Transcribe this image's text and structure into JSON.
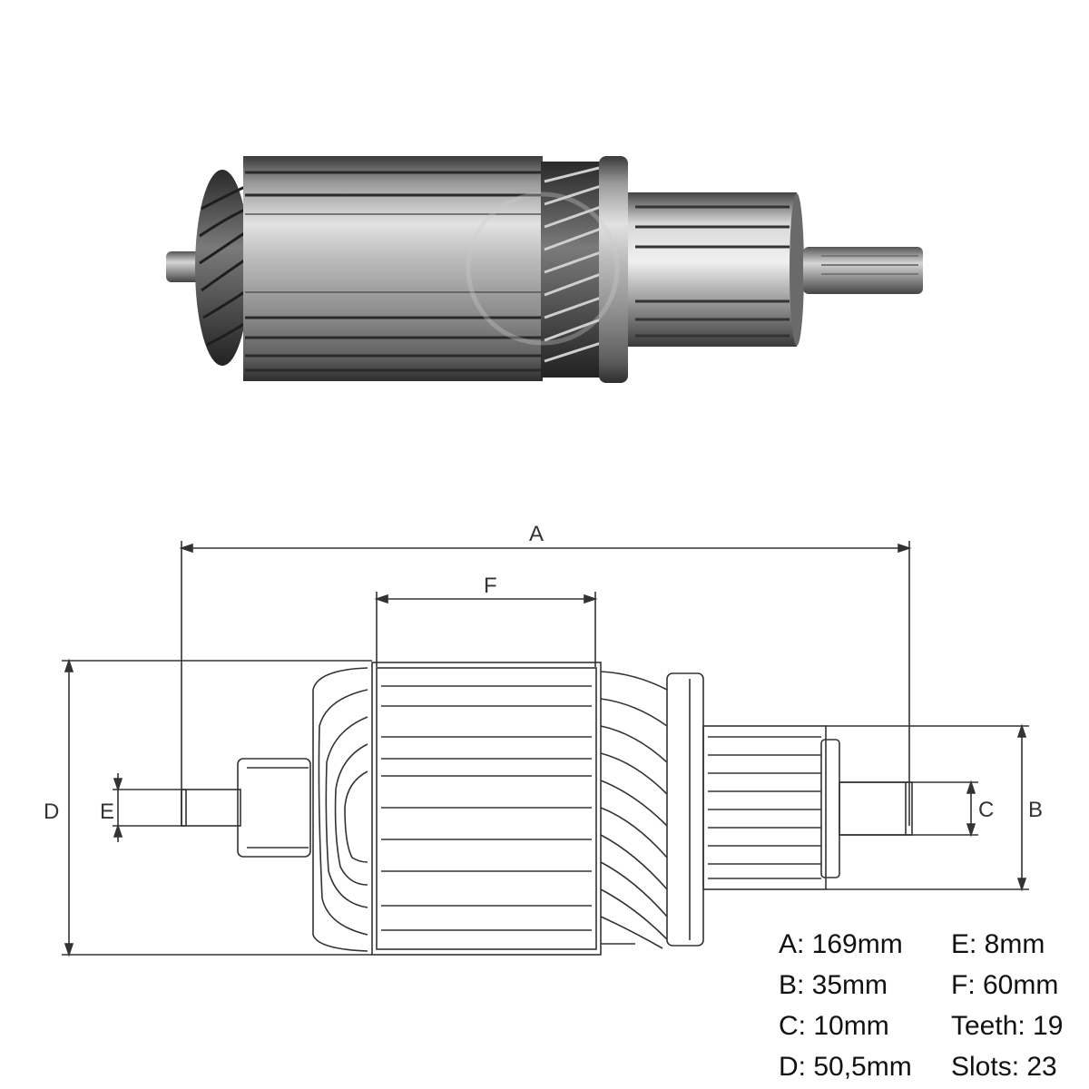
{
  "dimension_labels": {
    "a": "A",
    "b": "B",
    "c": "C",
    "d": "D",
    "e": "E",
    "f": "F"
  },
  "specs": {
    "a": "A: 169mm",
    "b": "B: 35mm",
    "c": "C: 10mm",
    "d": "D: 50,5mm",
    "e": "E: 8mm",
    "f": "F: 60mm",
    "teeth": "Teeth: 19",
    "slots": "Slots: 23"
  }
}
